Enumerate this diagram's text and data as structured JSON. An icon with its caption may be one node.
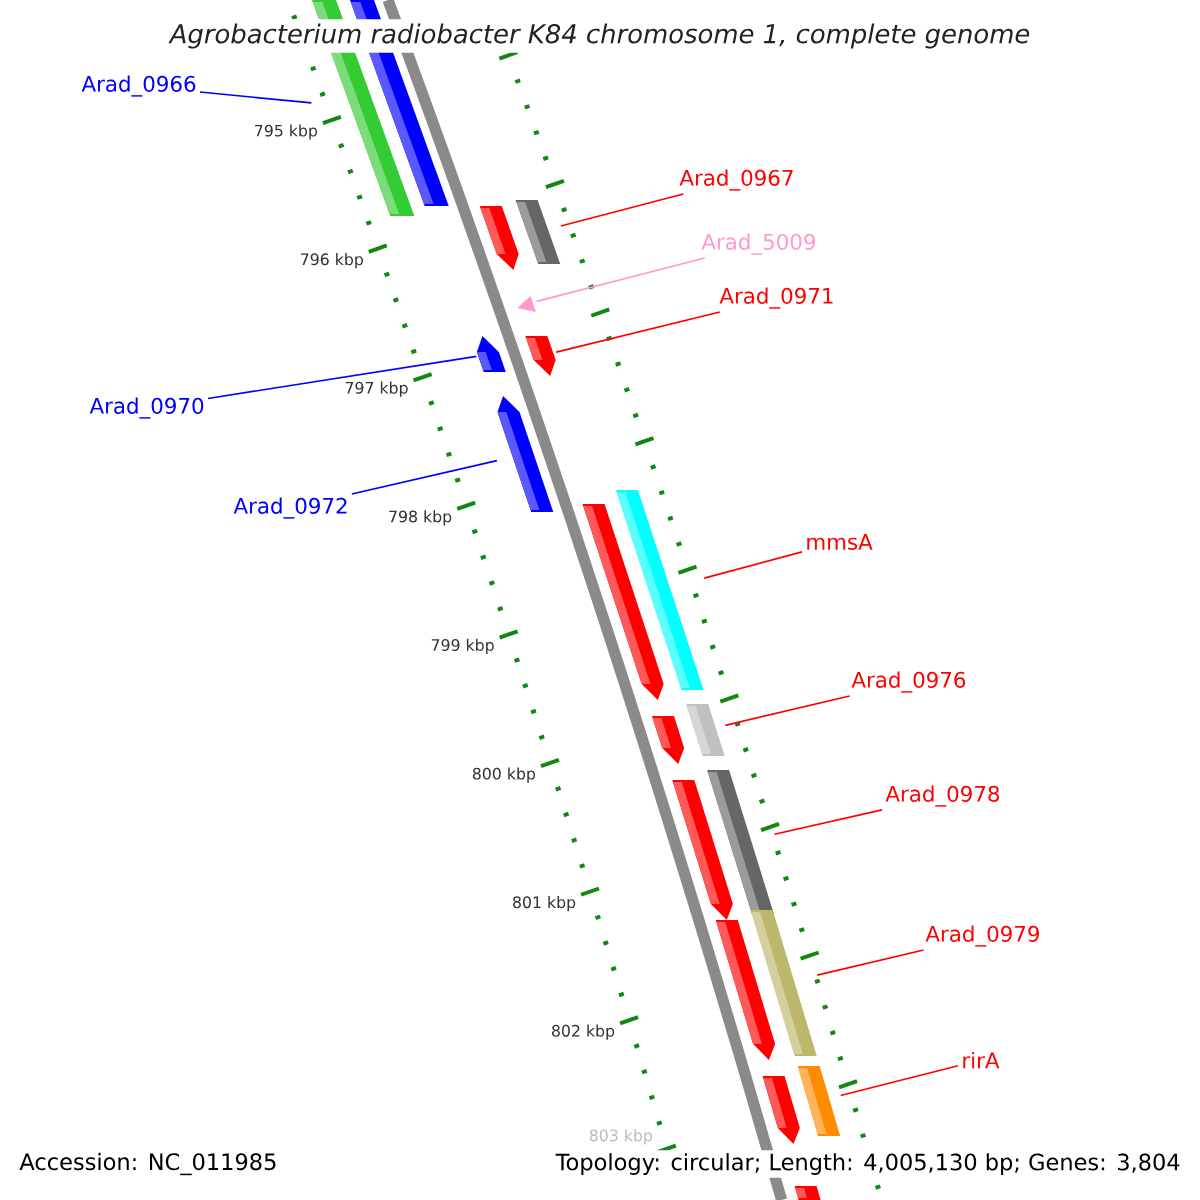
{
  "diagram": {
    "title": "Agrobacterium radiobacter K84 chromosome 1, complete genome",
    "nodes": [
      {
        "text": [
          "Arad_0966"
        ]
      },
      {
        "text": [],
        "shape": "bar"
      },
      {
        "text": [
          "Arad_0967"
        ]
      },
      {
        "text": [],
        "shape": "bar"
      },
      {
        "text": [
          "Arad_5009"
        ]
      },
      {
        "text": [],
        "shape": "triangle"
      },
      {
        "text": [
          "Arad_0971"
        ]
      },
      {
        "text": [],
        "shape": "pentagon"
      },
      {
        "text": [
          "Arad_0970"
        ]
      },
      {
        "text": [],
        "shape": "pentagon"
      },
      {
        "text": [
          "Arad_0972"
        ]
      },
      {
        "text": [],
        "shape": "pentagon"
      },
      {
        "text": [
          "mmsA"
        ]
      },
      {
        "text": [],
        "shape": "bar"
      },
      {
        "text": [
          "Arad_0976"
        ]
      },
      {
        "text": [],
        "shape": "bar"
      },
      {
        "text": [
          "Arad_0978"
        ]
      },
      {
        "text": [],
        "shape": "bar"
      },
      {
        "text": [
          "Arad_0979"
        ]
      },
      {
        "text": [],
        "shape": "bar"
      },
      {
        "text": [
          "rirA"
        ]
      },
      {
        "text": [],
        "shape": "bar"
      }
    ],
    "edges": [
      {
        "from": 0,
        "to": 1,
        "arrow": "none",
        "color": "#0000ff"
      },
      {
        "from": 2,
        "to": 3,
        "arrow": "none"
      },
      {
        "from": 4,
        "to": 5,
        "arrow": "none",
        "color": "#ff99cc"
      },
      {
        "from": 6,
        "to": 7,
        "arrow": "none"
      },
      {
        "from": 8,
        "to": 9,
        "arrow": "none",
        "color": "#0000ff"
      },
      {
        "from": 10,
        "to": 11,
        "arrow": "none",
        "color": "#0000ff"
      },
      {
        "from": 12,
        "to": 13,
        "arrow": "none"
      },
      {
        "from": 14,
        "to": 15,
        "arrow": "none"
      },
      {
        "from": 16,
        "to": 17,
        "arrow": "none"
      },
      {
        "from": 18,
        "to": 19,
        "arrow": "none"
      },
      {
        "from": 20,
        "to": 21,
        "arrow": "none"
      }
    ],
    "labels": [
      "795 kbp",
      "796 kbp",
      "797 kbp",
      "798 kbp",
      "799 kbp",
      "800 kbp",
      "801 kbp",
      "802 kbp",
      "803 kbp",
      "Accession: NC_011985",
      "Topology: circular; Length: 4,005,130 bp; Genes: 3,804"
    ]
  }
}
